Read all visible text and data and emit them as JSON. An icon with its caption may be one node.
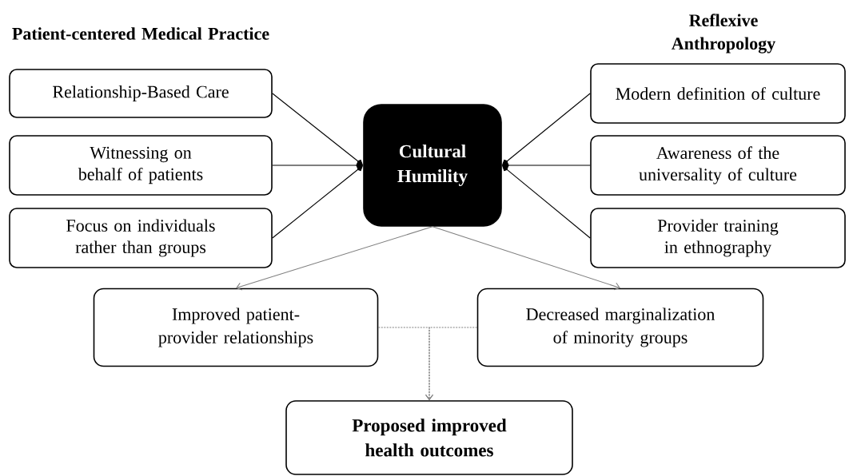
{
  "diagram": {
    "nodes": [
      {
        "text": [
          "Relationship-Based Care"
        ]
      },
      {
        "text": [
          "Witnessing on behalf of patients"
        ]
      },
      {
        "text": [
          "Focus on individuals rather than groups"
        ]
      },
      {
        "text": [
          "Cultural Humility"
        ]
      },
      {
        "text": [
          "Modern definition of culture"
        ]
      },
      {
        "text": [
          "Awareness of the universality of culture"
        ]
      },
      {
        "text": [
          "Provider training in ethnography"
        ]
      },
      {
        "text": [
          "Improved patient-provider relationships"
        ]
      },
      {
        "text": [
          "Decreased marginalization of minority groups"
        ]
      },
      {
        "text": [
          "Proposed improved health outcomes"
        ]
      }
    ],
    "edges": [
      {
        "from": 0,
        "to": 3,
        "arrow": "to"
      },
      {
        "from": 1,
        "to": 3,
        "arrow": "to"
      },
      {
        "from": 2,
        "to": 3,
        "arrow": "to"
      },
      {
        "from": 4,
        "to": 3,
        "arrow": "to"
      },
      {
        "from": 5,
        "to": 3,
        "arrow": "to"
      },
      {
        "from": 6,
        "to": 3,
        "arrow": "to"
      },
      {
        "from": 3,
        "to": 7,
        "arrow": "to",
        "color": "#7f7f7f"
      },
      {
        "from": 3,
        "to": 8,
        "arrow": "to",
        "color": "#7f7f7f"
      },
      {
        "from": 7,
        "to": 9,
        "arrow": "to",
        "style": "dashed",
        "color": "#7f7f7f"
      },
      {
        "from": 8,
        "to": 9,
        "arrow": "to",
        "style": "dashed",
        "color": "#7f7f7f"
      }
    ],
    "labels": [
      "Patient-centered Medical Practice",
      "Reflexive Anthropology"
    ]
  }
}
